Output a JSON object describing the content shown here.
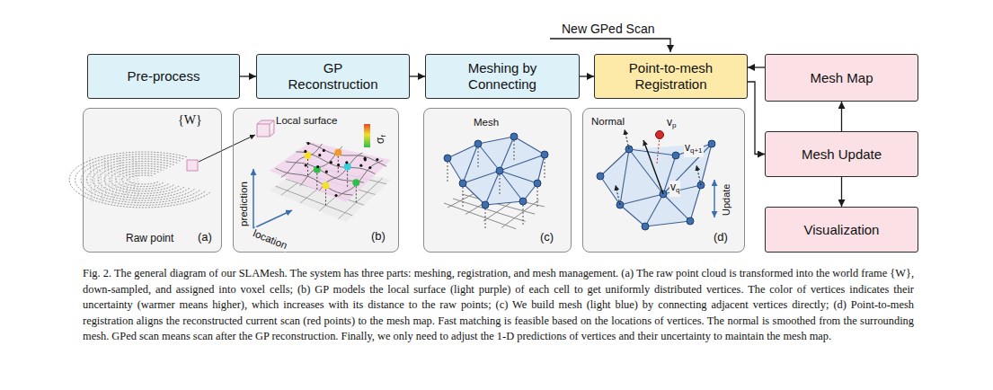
{
  "diagram": {
    "caption": "Fig. 2. The general diagram of our SLAMesh. The system has three parts: meshing, registration, and mesh management. (a) The raw point cloud is transformed into the world frame {W}, down-sampled, and assigned into voxel cells; (b) GP models the local surface (light purple) of each cell to get uniformly distributed vertices. The color of vertices indicates their uncertainty (warmer means higher), which increases with its distance to the raw points; (c) We build mesh (light blue) by connecting adjacent vertices directly; (d) Point-to-mesh registration aligns the reconstructed current scan (red points) to the mesh map. Fast matching is feasible based on the locations of vertices. The normal is smoothed from the surrounding mesh. GPed scan means scan after the GP reconstruction. Finally, we only need to adjust the 1-D predictions of vertices and their uncertainty to maintain the mesh map.",
    "nodes": [
      {
        "text": [
          "Pre-process"
        ]
      },
      {
        "text": [
          "GP Reconstruction"
        ]
      },
      {
        "text": [
          "Meshing by Connecting"
        ]
      },
      {
        "text": [
          "Point-to-mesh Registration"
        ]
      },
      {
        "text": [
          "Mesh Map"
        ]
      },
      {
        "text": [
          "Mesh Update"
        ]
      },
      {
        "text": [
          "Visualization"
        ]
      },
      {
        "text": [
          "{W}",
          "Raw point",
          "(a)"
        ]
      },
      {
        "text": [
          "Local surface",
          "σf",
          "prediction",
          "location",
          "(b)"
        ]
      },
      {
        "text": [
          "Mesh",
          "(c)"
        ]
      },
      {
        "text": [
          "Normal",
          "vp",
          "vq+1",
          "vq",
          "Update",
          "(d)"
        ]
      }
    ],
    "edges": [
      {
        "from": 0,
        "to": 1,
        "arrow": "to"
      },
      {
        "from": 1,
        "to": 2,
        "arrow": "to"
      },
      {
        "from": 2,
        "to": 3,
        "arrow": "to"
      },
      {
        "from": 4,
        "to": 3,
        "arrow": "to"
      },
      {
        "from": 3,
        "to": 5,
        "arrow": "to"
      },
      {
        "from": 5,
        "to": 4,
        "arrow": "to"
      },
      {
        "from": 5,
        "to": 6,
        "arrow": "to"
      }
    ],
    "labels": [
      "New GPed Scan"
    ]
  }
}
